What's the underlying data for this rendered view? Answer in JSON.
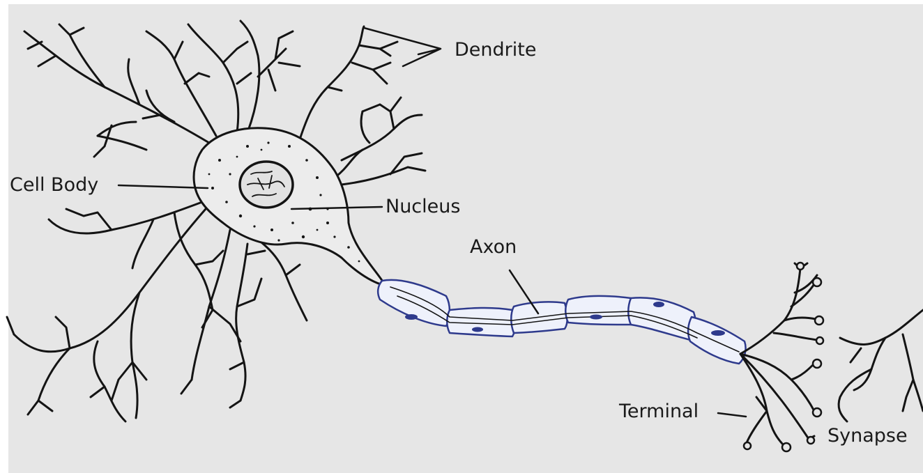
{
  "labels": {
    "dendrite": "Dendrite",
    "cell_body": "Cell Body",
    "nucleus": "Nucleus",
    "axon": "Axon",
    "terminal": "Terminal",
    "synapse": "Synapse"
  },
  "colors": {
    "background": "#e6e6e6",
    "ink": "#141414",
    "myelin_outline": "#2e3a8c",
    "myelin_fill": "#eef1fb"
  }
}
